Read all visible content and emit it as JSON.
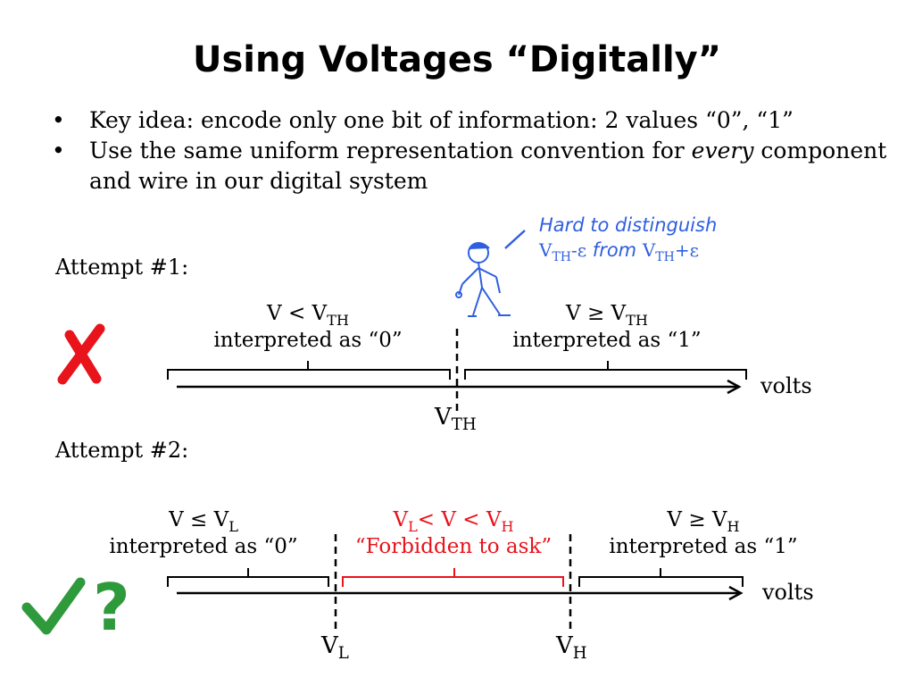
{
  "title": "Using Voltages “Digitally”",
  "bullets": {
    "b1": "Key idea: encode only one bit of information: 2 values “0”, “1”",
    "b2_pre": "Use the same uniform representation convention for ",
    "b2_em": "every",
    "b2_post": " component and wire in our digital system",
    "marker": "•"
  },
  "attempt1": {
    "heading": "Attempt #1:",
    "mark": "✗",
    "left_line1_pre": "V < V",
    "left_line1_sub": "TH",
    "left_line2": "interpreted as “0”",
    "right_line1_pre": "V ≥ V",
    "right_line1_sub": "TH",
    "right_line2": "interpreted as “1”",
    "axis_label": "volts",
    "threshold_main": "V",
    "threshold_sub": "TH",
    "annotation_line1": "Hard to distinguish",
    "annotation_v1": "V",
    "annotation_v1_sub": "TH",
    "annotation_eps1": "-ε",
    "annotation_from": " from ",
    "annotation_v2": "V",
    "annotation_v2_sub": "TH",
    "annotation_eps2": "+ε"
  },
  "attempt2": {
    "heading": "Attempt #2:",
    "mark_check": "✔",
    "mark_question": "?",
    "left_line1_pre": "V ≤ V",
    "left_line1_sub": "L",
    "left_line2": "interpreted as “0”",
    "mid_line1_a": "V",
    "mid_line1_a_sub": "L",
    "mid_line1_b": "< V < V",
    "mid_line1_b_sub": "H",
    "mid_line2": "“Forbidden to ask”",
    "right_line1_pre": "V ≥ V",
    "right_line1_sub": "H",
    "right_line2": "interpreted as “1”",
    "axis_label": "volts",
    "vl_main": "V",
    "vl_sub": "L",
    "vh_main": "V",
    "vh_sub": "H"
  },
  "colors": {
    "red": "#e8131b",
    "green": "#2e9a3c",
    "blue": "#2f5fe0"
  }
}
